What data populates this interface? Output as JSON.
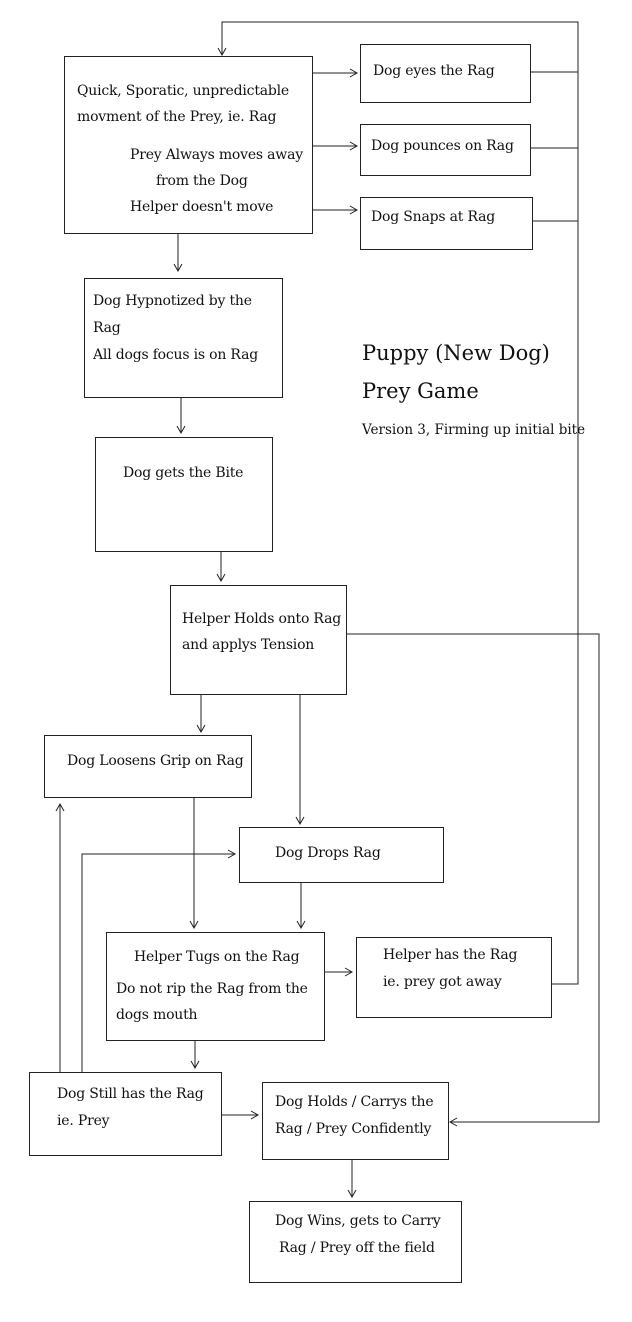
{
  "title": {
    "line1": "Puppy (New Dog)",
    "line2": "Prey Game",
    "subtitle": "Version 3, Firming up initial bite"
  },
  "nodes": {
    "movement": {
      "line1": "Quick, Sporatic, unpredictable",
      "line2": "movment of the Prey, ie. Rag",
      "line3": "Prey Always moves away",
      "line4": "from the Dog",
      "line5": "Helper doesn't move"
    },
    "eyes": {
      "line1": "Dog eyes the Rag"
    },
    "pounces": {
      "line1": "Dog pounces on Rag"
    },
    "snaps": {
      "line1": "Dog Snaps at Rag"
    },
    "hypnotized": {
      "line1": "Dog Hypnotized by the",
      "line2": "Rag",
      "line3": "All dogs focus is on Rag"
    },
    "bite": {
      "line1": "Dog gets the Bite"
    },
    "helper_holds": {
      "line1": "Helper Holds onto Rag",
      "line2": "and applys Tension"
    },
    "loosens": {
      "line1": "Dog Loosens Grip on Rag"
    },
    "drops": {
      "line1": "Dog Drops Rag"
    },
    "tugs": {
      "line1": "Helper Tugs on the Rag",
      "line2": "Do not rip the Rag from the",
      "line3": "dogs mouth"
    },
    "helper_has": {
      "line1": "Helper has the Rag",
      "line2": "ie. prey got away"
    },
    "still_has": {
      "line1": "Dog Still has the Rag",
      "line2": "ie. Prey"
    },
    "carrys": {
      "line1": "Dog Holds / Carrys the",
      "line2": "Rag / Prey Confidently"
    },
    "wins": {
      "line1": "Dog Wins, gets to Carry",
      "line2": "Rag / Prey off the field"
    }
  }
}
